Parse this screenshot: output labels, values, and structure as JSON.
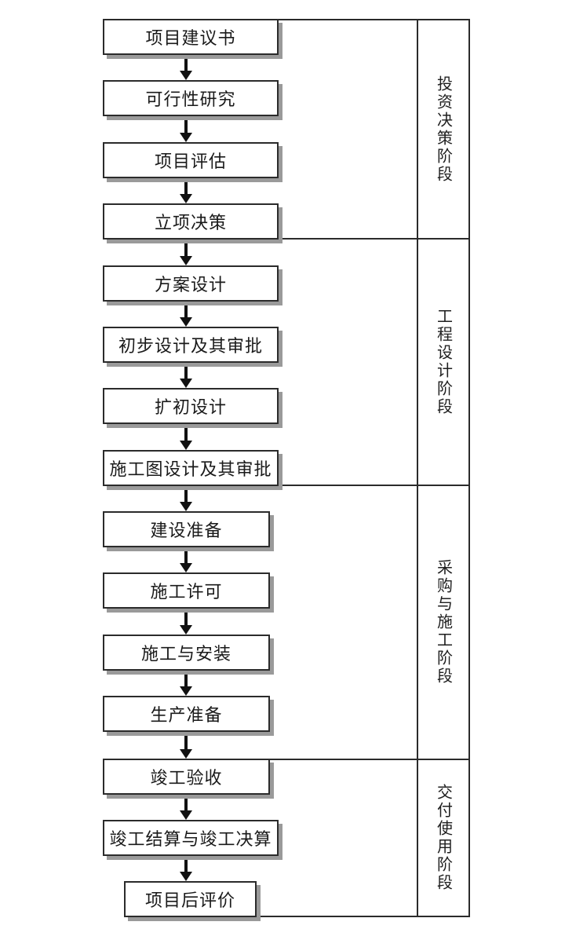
{
  "flowchart": {
    "steps": [
      {
        "label": "项目建议书"
      },
      {
        "label": "可行性研究"
      },
      {
        "label": "项目评估"
      },
      {
        "label": "立项决策"
      },
      {
        "label": "方案设计"
      },
      {
        "label": "初步设计及其审批"
      },
      {
        "label": "扩初设计"
      },
      {
        "label": "施工图设计及其审批"
      },
      {
        "label": "建设准备"
      },
      {
        "label": "施工许可"
      },
      {
        "label": "施工与安装"
      },
      {
        "label": "生产准备"
      },
      {
        "label": "竣工验收"
      },
      {
        "label": "竣工结算与竣工决算"
      },
      {
        "label": "项目后评价"
      }
    ],
    "phases": [
      {
        "label": "投资决策阶段"
      },
      {
        "label": "工程设计阶段"
      },
      {
        "label": "采购与施工阶段"
      },
      {
        "label": "交付使用阶段"
      }
    ]
  },
  "colors": {
    "line": "#2b2b2b",
    "arrow": "#111111",
    "box_shadow": "#9a9a9a",
    "background": "#ffffff",
    "text": "#1a1a1a"
  }
}
